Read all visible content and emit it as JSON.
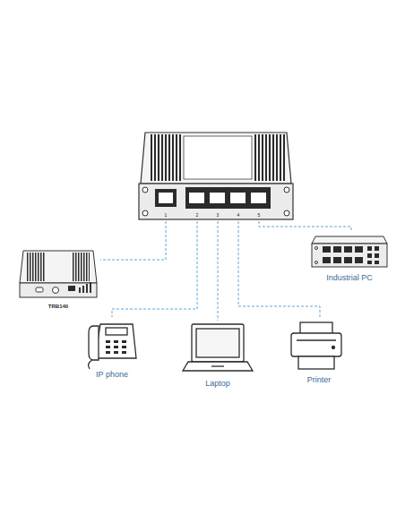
{
  "diagram": {
    "nodes": [
      {
        "text": [
          "1",
          "2",
          "3",
          "4",
          "5"
        ]
      },
      {
        "text": [
          "TRB140"
        ]
      },
      {
        "text": [
          "IP phone"
        ]
      },
      {
        "text": [
          "Laptop"
        ]
      },
      {
        "text": [
          "Printer"
        ]
      },
      {
        "text": [
          "Industrial PC"
        ]
      }
    ],
    "edges": [
      {
        "from": 0,
        "to": 1,
        "arrow": "none"
      },
      {
        "from": 0,
        "to": 2,
        "arrow": "none"
      },
      {
        "from": 0,
        "to": 3,
        "arrow": "none"
      },
      {
        "from": 0,
        "to": 4,
        "arrow": "none"
      },
      {
        "from": 0,
        "to": 5,
        "arrow": "none"
      }
    ]
  }
}
